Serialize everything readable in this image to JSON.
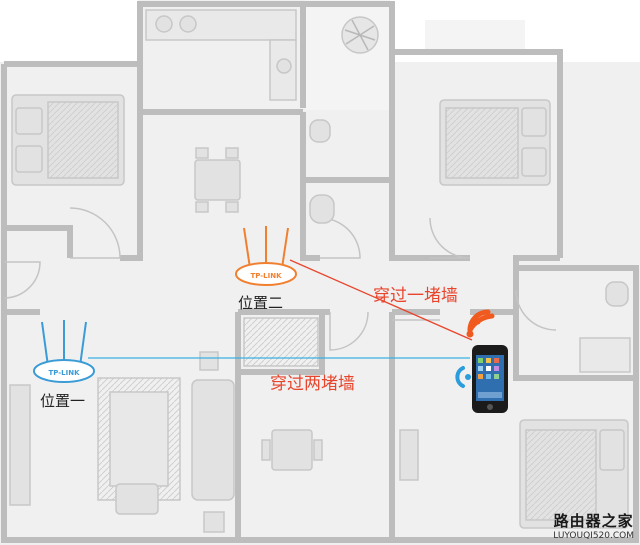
{
  "diagram": {
    "router_brand": "TP-LINK",
    "position_one_label": "位置一",
    "position_two_label": "位置二",
    "one_wall_label": "穿过一堵墙",
    "two_walls_label": "穿过两堵墙",
    "colors": {
      "position_one_line": "#3ab0e2",
      "position_two_line": "#e8452c",
      "router_one": "#3a9bd6",
      "router_two": "#f08030",
      "wifi_strong": "#f05a1e",
      "wifi_weak": "#2b9cdc",
      "floor": "#efefef",
      "wall": "#bcbcbc"
    },
    "icons": [
      "router-icon",
      "smartphone-icon",
      "wifi-signal-icon"
    ]
  },
  "watermark": {
    "text_cn": "路由器之家",
    "text_en": "LUYOUQI520.COM"
  }
}
